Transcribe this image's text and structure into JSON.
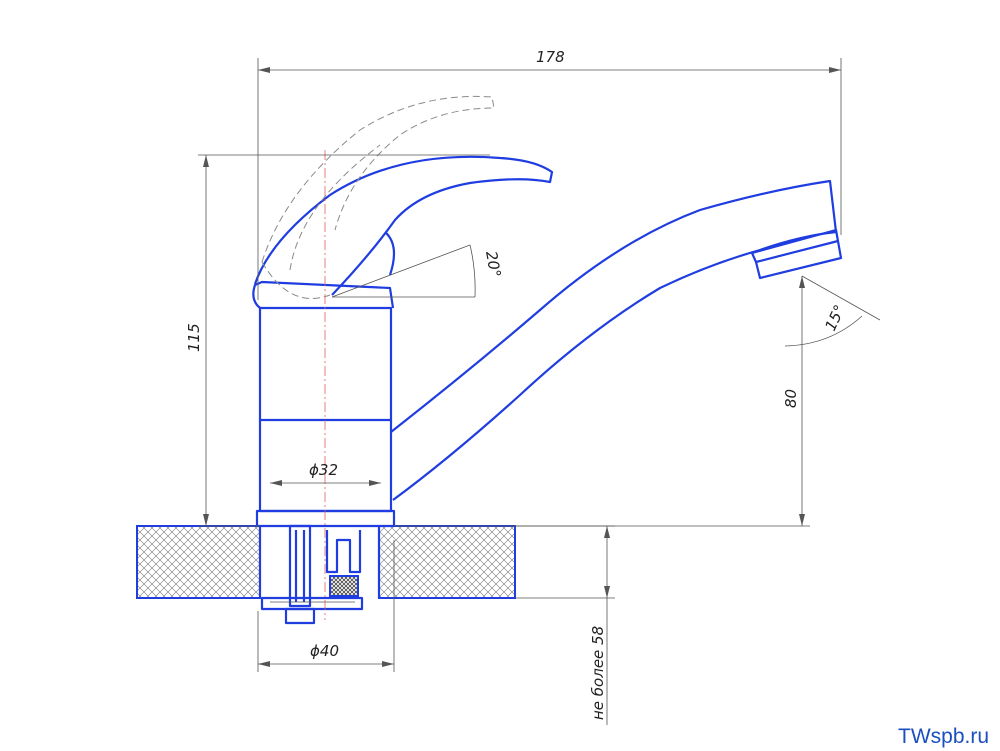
{
  "dimensions": {
    "width_total": "178",
    "height_total": "115",
    "lever_angle": "20°",
    "spout_height": "80",
    "aerator_angle": "15°",
    "body_diameter": "ϕ32",
    "mount_diameter": "ϕ40",
    "max_countertop": "не более 58"
  },
  "watermark": "TWspb.ru",
  "colors": {
    "outline": "#1f3de0",
    "dimension": "#555555",
    "watermark": "#1a4fbf"
  }
}
